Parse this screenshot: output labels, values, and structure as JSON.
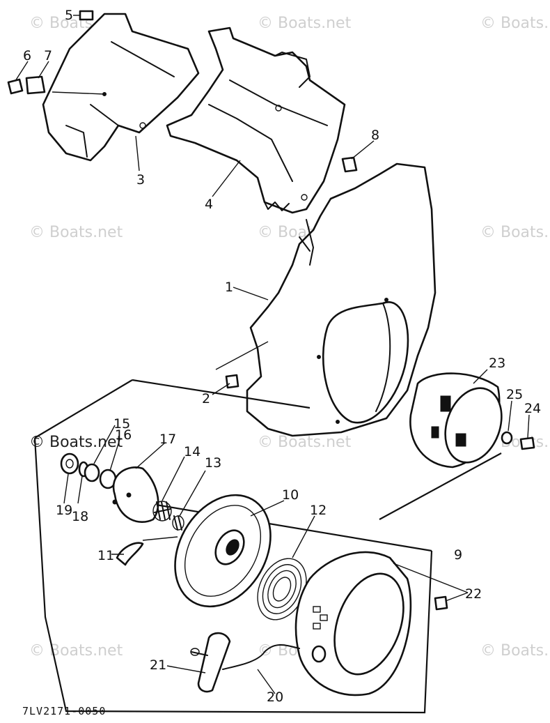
{
  "watermark": "© Boats.net",
  "diagram_code": "7LV2171-0050",
  "callouts": {
    "c1": "1",
    "c2": "2",
    "c3": "3",
    "c4": "4",
    "c5": "5",
    "c6": "6",
    "c7": "7",
    "c8": "8",
    "c9": "9",
    "c10": "10",
    "c11": "11",
    "c12": "12",
    "c13": "13",
    "c14": "14",
    "c15": "15",
    "c16": "16",
    "c17": "17",
    "c18": "18",
    "c19": "19",
    "c20": "20",
    "c21": "21",
    "c22": "22",
    "c23": "23",
    "c24": "24",
    "c25": "25"
  }
}
